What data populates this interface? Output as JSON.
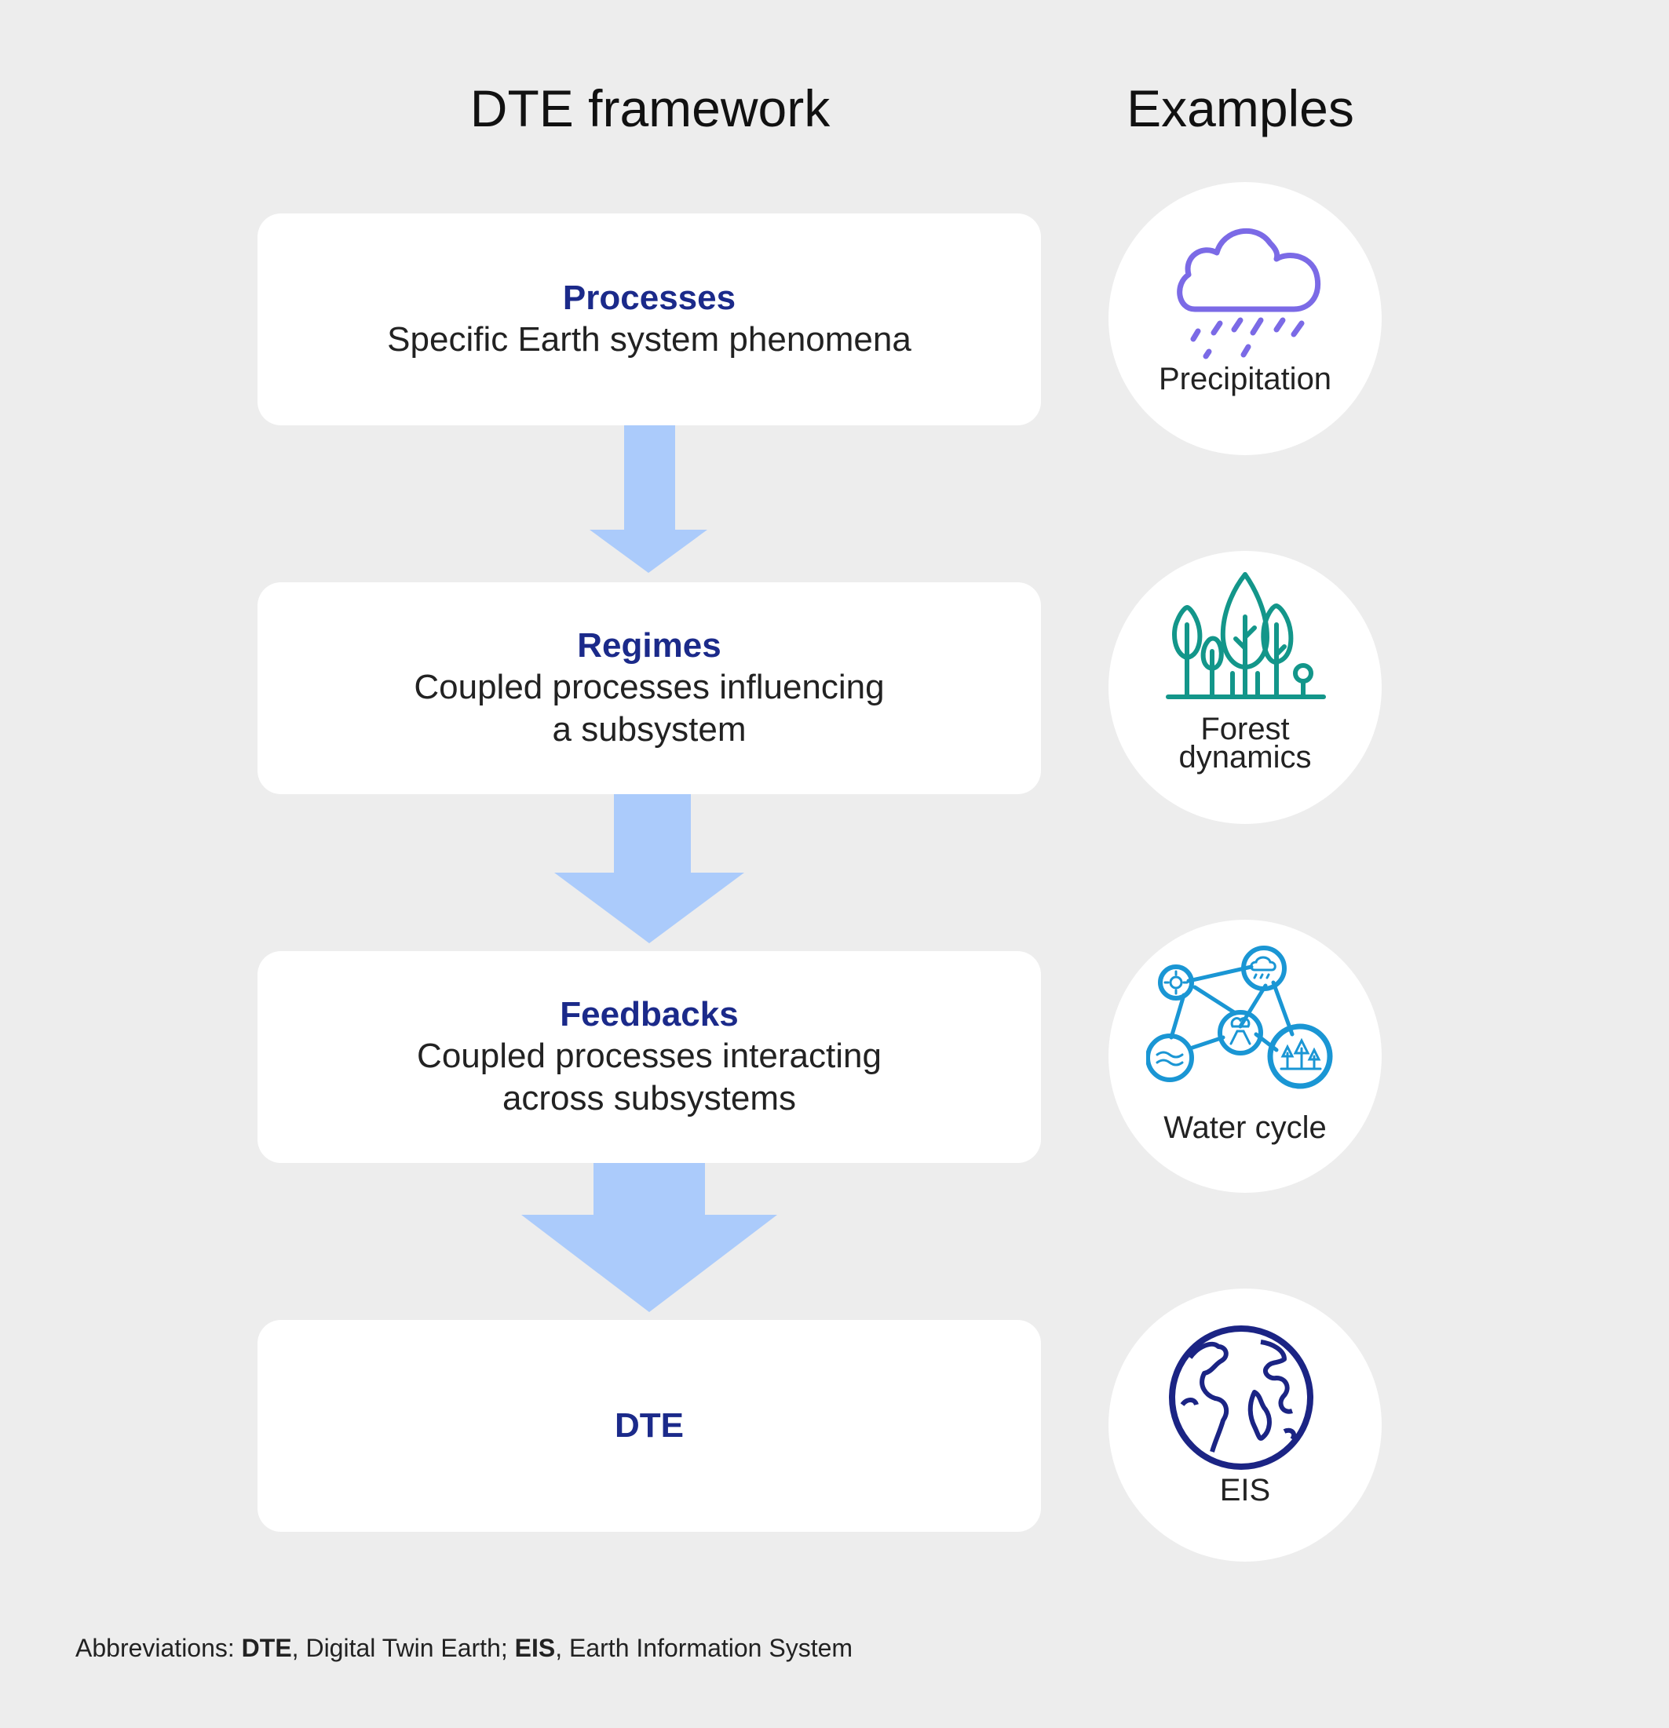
{
  "headings": {
    "framework": "DTE framework",
    "examples": "Examples"
  },
  "boxes": [
    {
      "title": "Processes",
      "desc_line1": "Specific Earth system phenomena",
      "desc_line2": ""
    },
    {
      "title": "Regimes",
      "desc_line1": "Coupled processes influencing",
      "desc_line2": "a subsystem"
    },
    {
      "title": "Feedbacks",
      "desc_line1": "Coupled processes interacting",
      "desc_line2": "across subsystems"
    },
    {
      "title": "DTE",
      "desc_line1": "",
      "desc_line2": ""
    }
  ],
  "examples": [
    {
      "icon": "rain-cloud-icon",
      "label_line1": "Precipitation",
      "label_line2": "",
      "color": "#7b6ae6"
    },
    {
      "icon": "forest-icon",
      "label_line1": "Forest",
      "label_line2": "dynamics",
      "color": "#13968a"
    },
    {
      "icon": "water-cycle-network-icon",
      "label_line1": "Water cycle",
      "label_line2": "",
      "color": "#1a96d4"
    },
    {
      "icon": "globe-icon",
      "label_line1": "EIS",
      "label_line2": "",
      "color": "#1b2484"
    }
  ],
  "footer": {
    "prefix": "Abbreviations: ",
    "abbr1": "DTE",
    "def1": ", Digital Twin Earth; ",
    "abbr2": "EIS",
    "def2": ", Earth Information System"
  },
  "colors": {
    "background": "#ededed",
    "box": "#ffffff",
    "title": "#1b2a8a",
    "arrow": "#abcbfb"
  }
}
